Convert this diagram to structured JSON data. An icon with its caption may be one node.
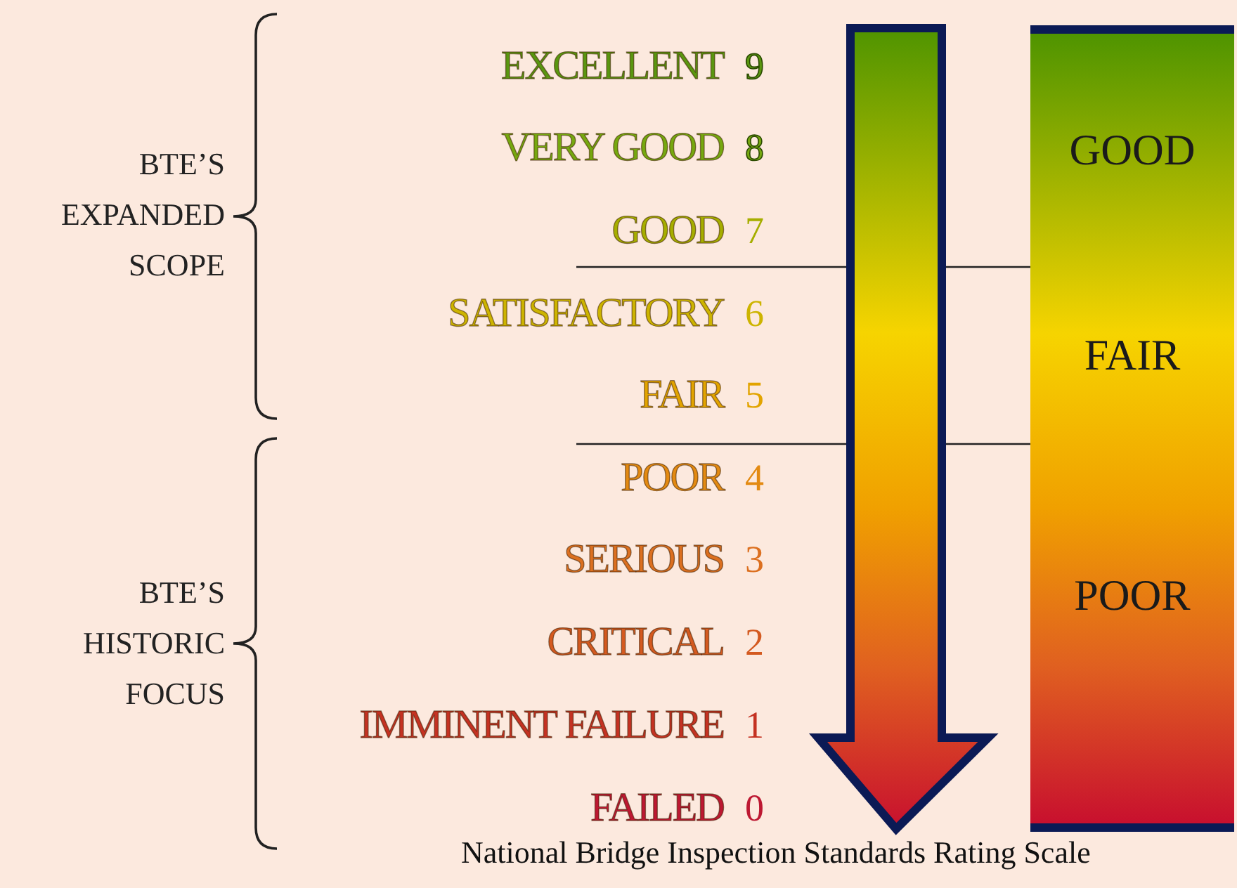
{
  "diagram": {
    "caption": "National Bridge Inspection Standards Rating Scale",
    "nodes": [
      {
        "text": [
          "GOOD"
        ]
      },
      {
        "text": [
          "FAIR"
        ]
      },
      {
        "text": [
          "POOR"
        ]
      }
    ],
    "labels": [
      "EXCELLENT",
      "9",
      "VERY GOOD",
      "8",
      "GOOD",
      "7",
      "SATISFACTORY",
      "6",
      "FAIR",
      "5",
      "POOR",
      "4",
      "SERIOUS",
      "3",
      "CRITICAL",
      "2",
      "IMMINENT FAILURE",
      "1",
      "FAILED",
      "0",
      "BTE’S EXPANDED SCOPE",
      "BTE’S HISTORIC FOCUS"
    ]
  }
}
